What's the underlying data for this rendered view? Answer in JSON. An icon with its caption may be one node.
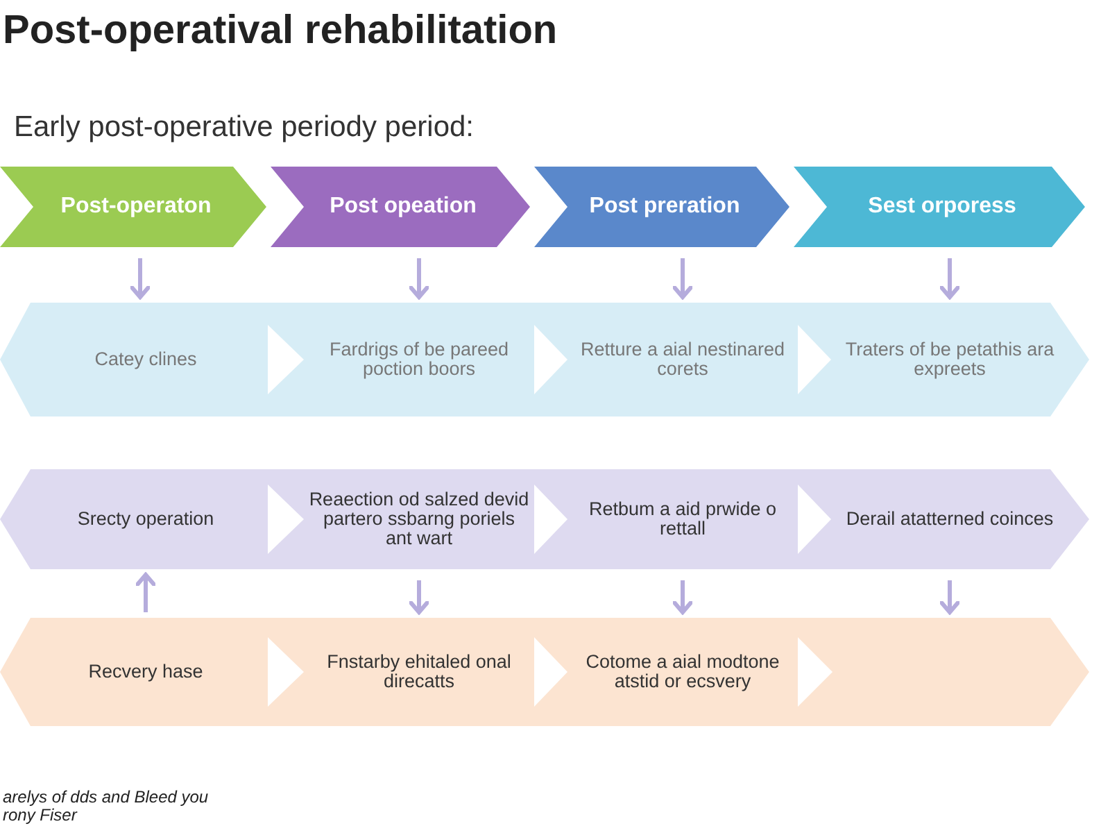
{
  "diagram": {
    "title": "Post-operatival rehabilitation",
    "nodes": [
      {
        "text": [
          "Post-operaton"
        ]
      },
      {
        "text": [
          "Post opeation"
        ]
      },
      {
        "text": [
          "Post preration"
        ]
      },
      {
        "text": [
          "Sest orporess"
        ]
      },
      {
        "text": [],
        "shape": "band"
      },
      {
        "text": [
          "Catey clines"
        ],
        "in": 4
      },
      {
        "text": [
          "Fardrigs of be pareed poction boors"
        ],
        "in": 4
      },
      {
        "text": [
          "Retture a aial nestinared corets"
        ],
        "in": 4
      },
      {
        "text": [
          "Traters of be petathis ara expreets"
        ],
        "in": 4
      },
      {
        "text": [],
        "shape": "band"
      },
      {
        "text": [
          "Srecty operation"
        ],
        "in": 9
      },
      {
        "text": [
          "Reaection od salzed devid partero ssbarng poriels ant wart"
        ],
        "in": 9
      },
      {
        "text": [
          "Retbum a aid prwide o rettall"
        ],
        "in": 9
      },
      {
        "text": [
          "Derail atatterned coinces"
        ],
        "in": 9
      },
      {
        "text": [],
        "shape": "band"
      },
      {
        "text": [
          "Recvery hase"
        ],
        "in": 14
      },
      {
        "text": [
          "Fnstarby ehitaled onal direcatts"
        ],
        "in": 14
      },
      {
        "text": [
          "Cotome a aial modtone atstid or ecsvery"
        ],
        "in": 14
      }
    ],
    "edges": [
      {
        "from": 0,
        "to": 5,
        "arrow": "to"
      },
      {
        "from": 1,
        "to": 6,
        "arrow": "to"
      },
      {
        "from": 2,
        "to": 7,
        "arrow": "to"
      },
      {
        "from": 3,
        "to": 8,
        "arrow": "to"
      },
      {
        "from": 5,
        "to": 6,
        "arrow": "to",
        "color": "#ffffff"
      },
      {
        "from": 6,
        "to": 7,
        "arrow": "to",
        "color": "#ffffff"
      },
      {
        "from": 7,
        "to": 8,
        "arrow": "to",
        "color": "#ffffff"
      },
      {
        "from": 10,
        "to": 11,
        "arrow": "to",
        "color": "#ffffff"
      },
      {
        "from": 11,
        "to": 12,
        "arrow": "to",
        "color": "#ffffff"
      },
      {
        "from": 12,
        "to": 13,
        "arrow": "to",
        "color": "#ffffff"
      },
      {
        "from": 15,
        "to": 10,
        "arrow": "to"
      },
      {
        "from": 11,
        "to": 16,
        "arrow": "to"
      },
      {
        "from": 12,
        "to": 17,
        "arrow": "to"
      },
      {
        "from": 13,
        "to": 14,
        "arrow": "to"
      },
      {
        "from": 15,
        "to": 16,
        "arrow": "to",
        "color": "#ffffff"
      },
      {
        "from": 16,
        "to": 17,
        "arrow": "to",
        "color": "#ffffff"
      },
      {
        "from": 17,
        "to": null,
        "arrow": "to",
        "color": "#ffffff"
      }
    ],
    "labels": [
      "Early post-operative periody period:",
      "arelys of dds and Bleed you rony Fiser"
    ]
  }
}
